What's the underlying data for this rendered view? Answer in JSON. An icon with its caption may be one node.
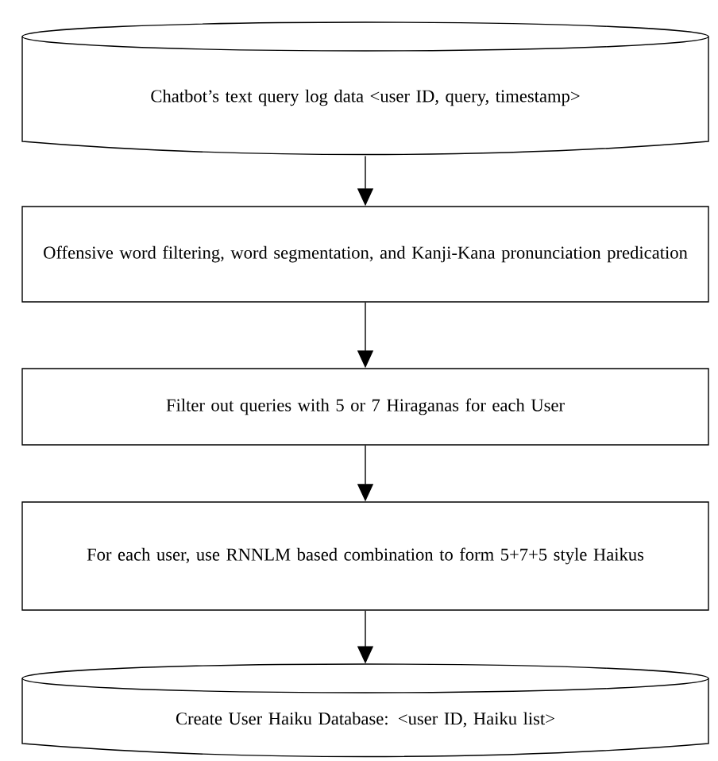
{
  "diagram": {
    "nodes": [
      {
        "text": [
          "Chatbot’s text query log data <user ID, query, timestamp>"
        ]
      },
      {
        "text": [
          "Offensive word filtering, word segmentation, and Kanji-Kana pronunciation predication"
        ]
      },
      {
        "text": [
          "Filter out queries with 5 or 7 Hiraganas for each User"
        ]
      },
      {
        "text": [
          "For each user, use RNNLM based combination to form 5+7+5 style Haikus"
        ]
      },
      {
        "text": [
          "Create User Haiku Database: <user ID, Haiku list>"
        ]
      }
    ],
    "edges": [
      {
        "from": 0,
        "to": 1,
        "arrow": "to"
      },
      {
        "from": 1,
        "to": 2,
        "arrow": "to"
      },
      {
        "from": 2,
        "to": 3,
        "arrow": "to"
      },
      {
        "from": 3,
        "to": 4,
        "arrow": "to"
      }
    ]
  }
}
